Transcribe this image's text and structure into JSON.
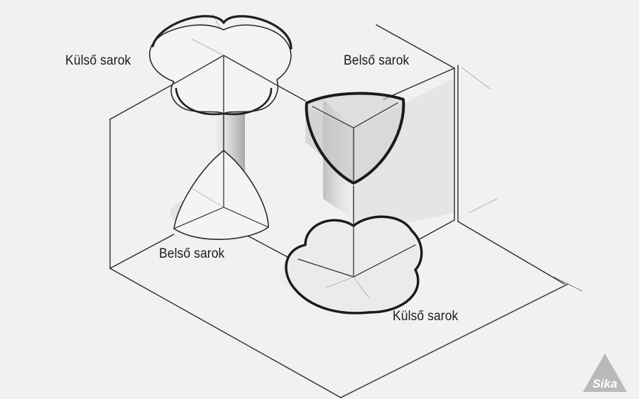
{
  "labels": {
    "outer_corner_top": "Külső sarok",
    "inner_corner_top": "Belső sarok",
    "inner_corner_bottom": "Belső sarok",
    "outer_corner_bottom": "Külső sarok"
  },
  "logo": {
    "text": "Sika",
    "color": "#b9b9b9"
  },
  "colors": {
    "background": "#f1f1ef",
    "line": "#2a2a2a",
    "shade": "#9a9a9a"
  }
}
